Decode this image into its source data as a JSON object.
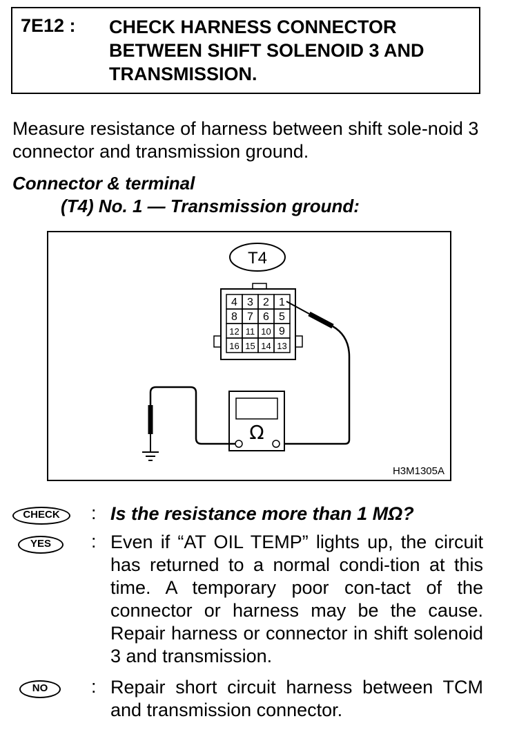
{
  "step": {
    "code": "7E12 :",
    "title": "CHECK HARNESS CONNECTOR BETWEEN SHIFT SOLENOID 3 AND TRANSMISSION."
  },
  "intro": "Measure resistance of harness between shift sole-noid 3 connector and transmission ground.",
  "connector_terminal": {
    "title": "Connector & terminal",
    "detail": "(T4) No. 1 — Transmission ground:"
  },
  "diagram": {
    "connector_label": "T4",
    "pins": [
      [
        "4",
        "3",
        "2",
        "1"
      ],
      [
        "8",
        "7",
        "6",
        "5"
      ],
      [
        "12",
        "11",
        "10",
        "9"
      ],
      [
        "16",
        "15",
        "14",
        "13"
      ]
    ],
    "meter_symbol": "Ω",
    "figure_code": "H3M1305A"
  },
  "check": {
    "badge": "CHECK",
    "question": "Is the resistance more than 1 MΩ?"
  },
  "yes": {
    "badge": "YES",
    "text": "Even if “AT OIL TEMP” lights up, the circuit has returned to a normal condi-tion at this time. A temporary poor con-tact of the connector or harness may be the cause. Repair harness or connector in shift solenoid 3 and transmission."
  },
  "no": {
    "badge": "NO",
    "text": "Repair short circuit harness between TCM and transmission connector."
  }
}
